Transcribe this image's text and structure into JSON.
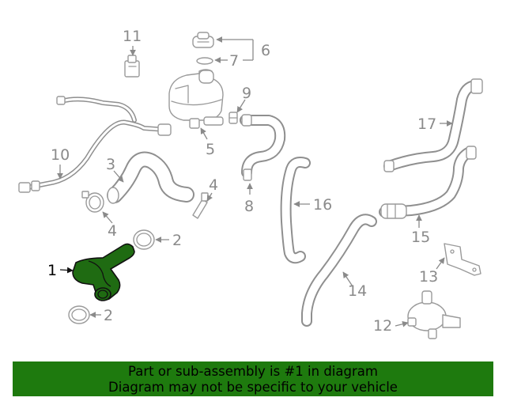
{
  "callouts": {
    "c1": "1",
    "c2a": "2",
    "c2b": "2",
    "c3": "3",
    "c4a": "4",
    "c4b": "4",
    "c5": "5",
    "c6": "6",
    "c7": "7",
    "c8": "8",
    "c9": "9",
    "c10": "10",
    "c11": "11",
    "c12": "12",
    "c13": "13",
    "c14": "14",
    "c15": "15",
    "c16": "16",
    "c17": "17"
  },
  "banner": {
    "line1": "Part or sub-assembly is #1 in diagram",
    "line2": "Diagram may not be specific to your vehicle"
  },
  "colors": {
    "highlight": "#1f6b12",
    "banner": "#1e7a0e",
    "linework": "#9a9a9a"
  }
}
